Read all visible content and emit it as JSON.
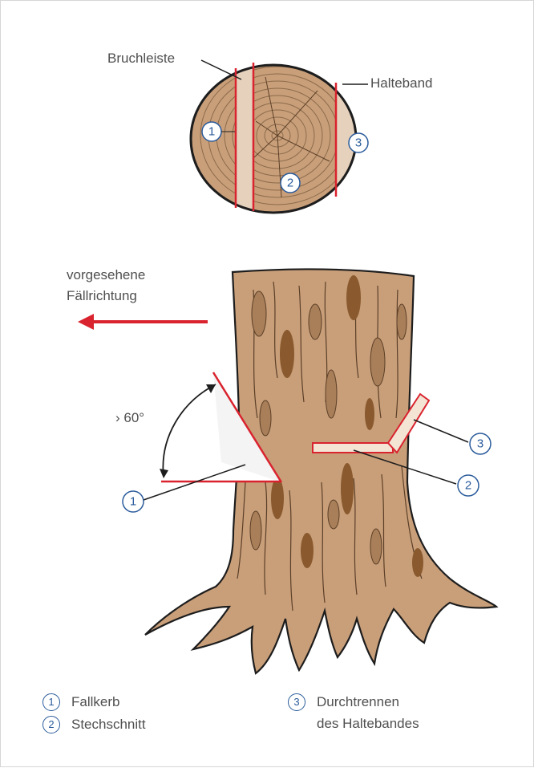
{
  "labels": {
    "bruchleiste": "Bruchleiste",
    "halteband": "Halteband",
    "direction_line1": "vorgesehene",
    "direction_line2": "Fällrichtung",
    "angle": "› 60°"
  },
  "markers": {
    "one": "1",
    "two": "2",
    "three": "3"
  },
  "legend": {
    "items": [
      {
        "number": "1",
        "text": "Fallkerb"
      },
      {
        "number": "2",
        "text": "Stechschnitt"
      },
      {
        "number": "3",
        "text": "Durchtrennen",
        "text2": "des Haltebandes"
      }
    ]
  },
  "colors": {
    "wood": "#c79d78",
    "wood_dark": "#8a5a2e",
    "cut_red": "#d9232e",
    "label_blue": "#2a5b9b",
    "sapwood": "#e6d1bc"
  }
}
